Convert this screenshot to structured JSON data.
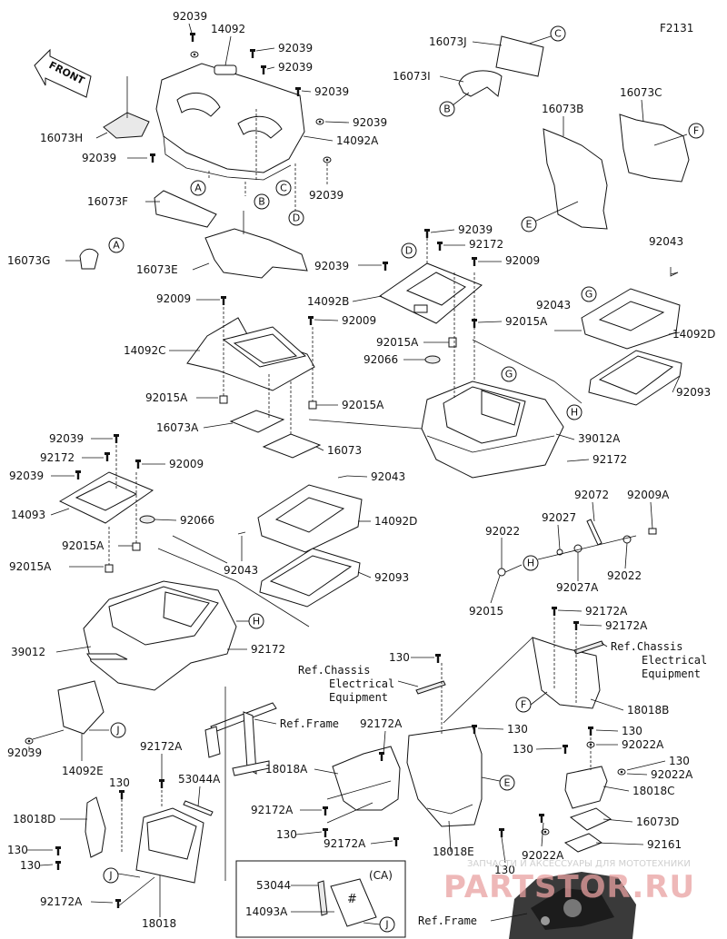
{
  "figure_code": "F2131",
  "front_label": "FRONT",
  "callouts": {
    "A": "A",
    "B": "B",
    "C": "C",
    "D": "D",
    "E": "E",
    "F": "F",
    "G": "G",
    "H": "H",
    "J": "J"
  },
  "parts": {
    "p92039": "92039",
    "p14092": "14092",
    "p16073H": "16073H",
    "p14092A": "14092A",
    "p16073F": "16073F",
    "p16073G": "16073G",
    "p16073E": "16073E",
    "p16073J": "16073J",
    "p16073I": "16073I",
    "p16073B": "16073B",
    "p16073C": "16073C",
    "p92172": "92172",
    "p92009": "92009",
    "p14092B": "14092B",
    "p92043": "92043",
    "p14092C": "14092C",
    "p92015A": "92015A",
    "p14092D": "14092D",
    "p92066": "92066",
    "p92093": "92093",
    "p16073A": "16073A",
    "p16073": "16073",
    "p39012A": "39012A",
    "p14093": "14093",
    "p92072": "92072",
    "p92009A": "92009A",
    "p92022": "92022",
    "p92027": "92027",
    "p92027A": "92027A",
    "p92015": "92015",
    "p39012": "39012",
    "p92172A": "92172A",
    "p130": "130",
    "p18018B": "18018B",
    "p14092E": "14092E",
    "p53044A": "53044A",
    "p18018A": "18018A",
    "p92022A": "92022A",
    "p18018C": "18018C",
    "p18018D": "18018D",
    "p16073D": "16073D",
    "p92161": "92161",
    "p18018E": "18018E",
    "p18018": "18018",
    "p53044": "53044",
    "p14093A": "14093A"
  },
  "refs": {
    "chassis_1": "Ref.Chassis",
    "electrical_1": "Electrical",
    "equipment_1": "Equipment",
    "chassis_2": "Ref.Chassis",
    "electrical_2": "Electrical",
    "equipment_2": "Equipment",
    "frame_1": "Ref.Frame",
    "frame_2": "Ref.Frame"
  },
  "inset": {
    "label": "(CA)"
  },
  "watermark": {
    "caption": "ЗАПЧАСТИ И АКСЕССУАРЫ ДЛЯ МОТОТЕХНИКИ",
    "brand": "PARTSTOR.RU"
  }
}
